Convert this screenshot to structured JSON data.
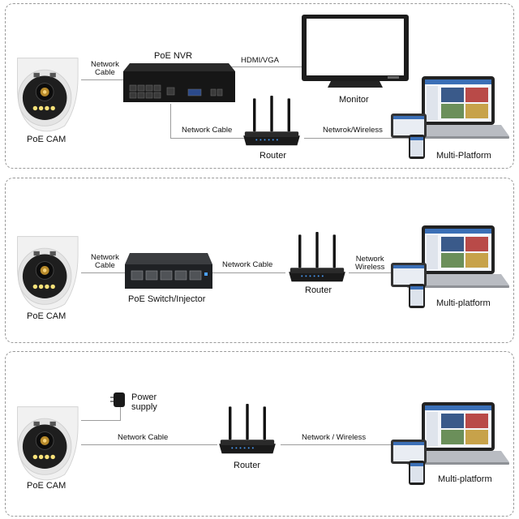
{
  "panel1": {
    "cam_label": "PoE CAM",
    "cable_label": "Network\nCable",
    "nvr_label": "PoE NVR",
    "hdmi_label": "HDMI/VGA",
    "monitor_label": "Monitor",
    "nvr_router_label": "Network Cable",
    "router_label": "Router",
    "wireless_label": "Netwrok/Wireless",
    "platform_label": "Multi-Platform"
  },
  "panel2": {
    "cam_label": "PoE CAM",
    "cable_label": "Network\nCable",
    "switch_label": "PoE Switch/Injector",
    "switch_router_label": "Network Cable",
    "router_label": "Router",
    "wireless_label": "Network\nWireless",
    "platform_label": "Multi-platform"
  },
  "panel3": {
    "cam_label": "PoE CAM",
    "power_label": "Power\nsupply",
    "cable_label": "Network Cable",
    "router_label": "Router",
    "wireless_label": "Network / Wireless",
    "platform_label": "Multi-platform"
  },
  "icons": [
    "dome-camera-icon",
    "nvr-icon",
    "monitor-icon",
    "router-icon",
    "poe-switch-icon",
    "laptop-icon",
    "tablet-icon",
    "phone-icon",
    "power-adapter-icon"
  ]
}
